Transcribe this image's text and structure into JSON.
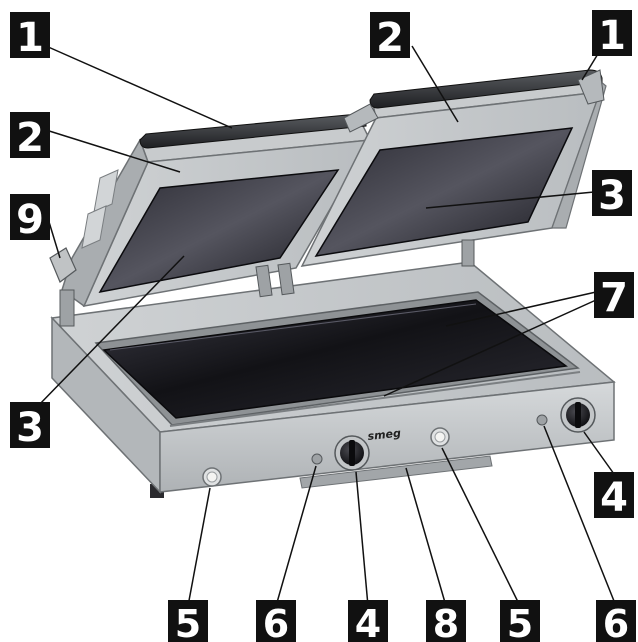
{
  "brand": "smeg",
  "callouts": [
    {
      "id": "c1a",
      "number": "1"
    },
    {
      "id": "c1b",
      "number": "1"
    },
    {
      "id": "c2a",
      "number": "2"
    },
    {
      "id": "c2b",
      "number": "2"
    },
    {
      "id": "c3a",
      "number": "3"
    },
    {
      "id": "c3b",
      "number": "3"
    },
    {
      "id": "c4a",
      "number": "4"
    },
    {
      "id": "c4b",
      "number": "4"
    },
    {
      "id": "c5a",
      "number": "5"
    },
    {
      "id": "c5b",
      "number": "5"
    },
    {
      "id": "c6a",
      "number": "6"
    },
    {
      "id": "c6b",
      "number": "6"
    },
    {
      "id": "c7",
      "number": "7"
    },
    {
      "id": "c8",
      "number": "8"
    },
    {
      "id": "c9",
      "number": "9"
    }
  ],
  "colors": {
    "callout_bg": "#111111",
    "callout_text": "#ffffff",
    "body_steel": "#c9ccce",
    "plate_dark": "#1d1d22",
    "lid_steel": "#b5b9bc"
  }
}
